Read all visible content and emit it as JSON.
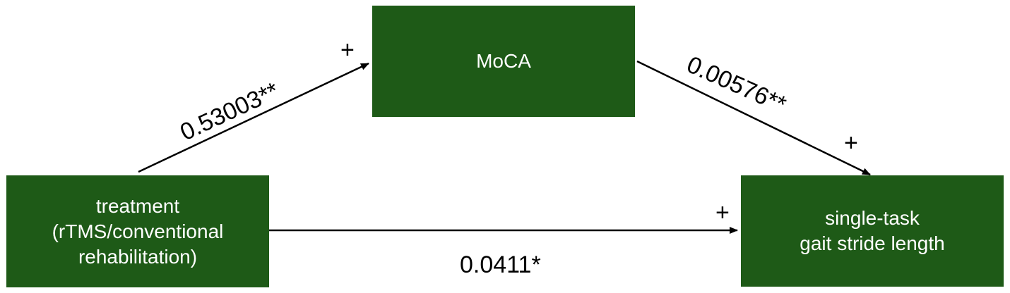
{
  "nodes": {
    "treatment": {
      "lines": [
        "treatment",
        "(rTMS/conventional",
        "rehabilitation)"
      ]
    },
    "moca": {
      "lines": [
        "MoCA"
      ]
    },
    "gait": {
      "lines": [
        "single-task",
        "gait stride length"
      ]
    }
  },
  "edges": {
    "treatment_to_moca": {
      "coefficient": "0.53003**",
      "sign": "+"
    },
    "moca_to_gait": {
      "coefficient": "0.00576**",
      "sign": "+"
    },
    "treatment_to_gait": {
      "coefficient": "0.0411*",
      "sign": "+"
    }
  },
  "colors": {
    "box_fill": "#1e5a17",
    "box_text": "#ffffff",
    "line": "#000000"
  }
}
